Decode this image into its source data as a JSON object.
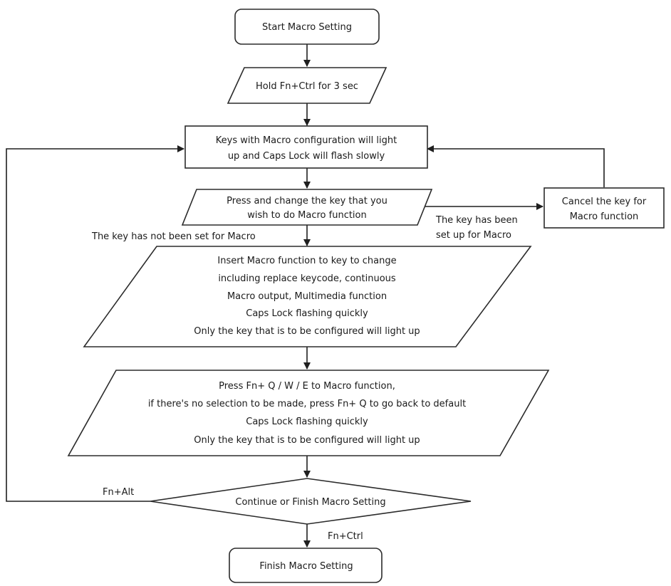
{
  "nodes": {
    "start": {
      "label": "Start Macro Setting"
    },
    "hold": {
      "label": "Hold Fn+Ctrl for 3 sec"
    },
    "light": {
      "lines": [
        "Keys with Macro configuration will light",
        "up and Caps Lock will flash slowly"
      ]
    },
    "press": {
      "lines": [
        "Press and change the key that you",
        "wish to do Macro function"
      ]
    },
    "cancel": {
      "lines": [
        "Cancel the key for",
        "Macro function"
      ]
    },
    "insert": {
      "lines": [
        "Insert Macro function to key to change",
        "including replace keycode, continuous",
        "Macro output, Multimedia function",
        "Caps Lock flashing quickly",
        "Only the key that is to be configured will light up"
      ]
    },
    "fnq": {
      "lines": [
        "Press Fn+ Q / W / E to Macro function,",
        "if there's no selection to be made, press Fn+ Q to go back to default",
        "Caps Lock flashing quickly",
        "Only the key that is to be configured will light up"
      ]
    },
    "decision": {
      "label": "Continue or Finish Macro Setting"
    },
    "finish": {
      "label": "Finish Macro Setting"
    }
  },
  "edge_labels": {
    "not_set": "The key has not been set for Macro",
    "been_set": [
      "The key has been",
      "set up for Macro"
    ],
    "fn_alt": "Fn+Alt",
    "fn_ctrl": "Fn+Ctrl"
  }
}
